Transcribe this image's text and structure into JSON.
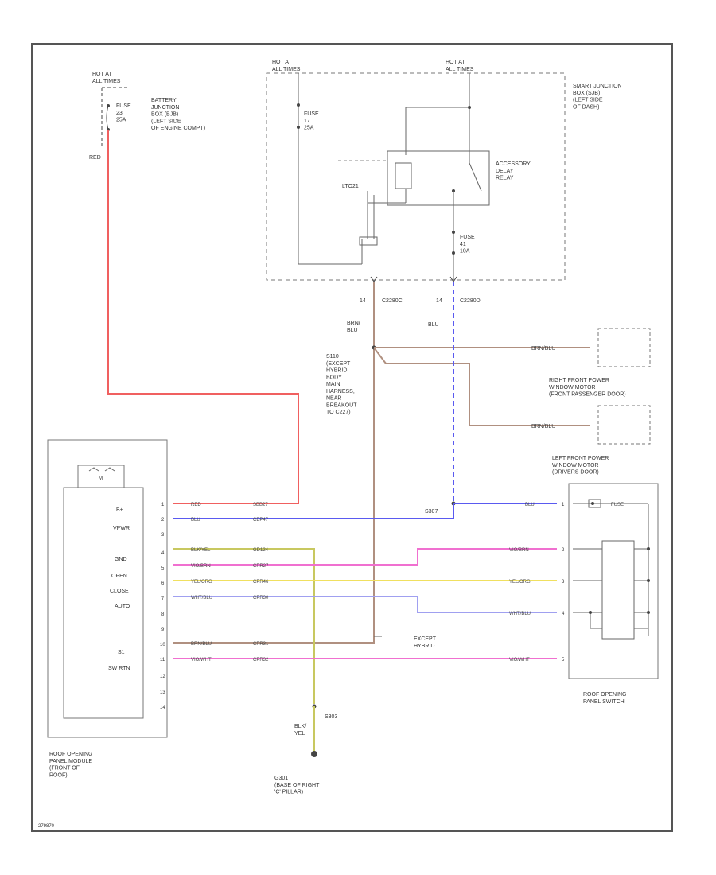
{
  "colors": {
    "frame": "#555555",
    "red": "#f06060",
    "blue": "#5a5af0",
    "pink": "#f070d0",
    "yellow": "#f0e060",
    "lavender": "#a0a0f0",
    "brown": "#b09080",
    "olive": "#c8c860",
    "dark": "#444444"
  },
  "texts": {
    "hot_left": "HOT AT\nALL TIMES",
    "hot_mid1": "HOT AT\nALL TIMES",
    "hot_mid2": "HOT AT\nALL TIMES",
    "bjb": "BATTERY\nJUNCTION\nBOX (BJB)\n(LEFT SIDE\nOF ENGINE COMPT)",
    "fuse_left": "FUSE\n23\n25A",
    "wire_red_top": "RED",
    "sjb": "SMART JUNCTION\nBOX (SJB)\n(LEFT SIDE\nOF DASH)",
    "fuse_mid": "FUSE\n17\n25A",
    "relay": "ACCESSORY\nDELAY\nRELAY",
    "lto": "LTO21",
    "fuse_right": "FUSE\n41\n10A",
    "c1_pin": "14",
    "c1": "C2280C",
    "c2_pin": "14",
    "c2": "C2280D",
    "wire_brn_blu": "BRN/\nBLU",
    "wire_blu": "BLU",
    "s110": "S110\n(EXCEPT\nHYBRID\nBODY\nMAIN\nHARNESS,\nNEAR\nBREAKOUT\nTO C227)",
    "rf_window": "RIGHT FRONT POWER\nWINDOW MOTOR\n(FRONT PASSENGER DOOR)",
    "lf_window": "LEFT FRONT POWER\nWINDOW MOTOR\n(DRIVERS DOOR)",
    "brnblu_a": "BRN/BLU",
    "brnblu_b": "BRN/BLU",
    "module_symbol": "M",
    "module_labels": [
      "B+",
      "VPWR",
      "GND",
      "OPEN",
      "CLOSE",
      "AUTO",
      "S1",
      "SW RTN"
    ],
    "module_pins": [
      "1",
      "2",
      "3",
      "4",
      "5",
      "6",
      "7",
      "8",
      "9",
      "10",
      "11",
      "12",
      "13",
      "14"
    ],
    "wires_left": [
      {
        "color": "RED",
        "code": "SBB27"
      },
      {
        "color": "BLU",
        "code": "CBP47"
      },
      {
        "color": "BLK/YEL",
        "code": "GD124"
      },
      {
        "color": "VIO/BRN",
        "code": "CPR27"
      },
      {
        "color": "YEL/ORG",
        "code": "CPR46"
      },
      {
        "color": "WHT/BLU",
        "code": "CPR30"
      },
      {
        "color": "BRN/BLU",
        "code": "CPR31"
      },
      {
        "color": "VIO/WHT",
        "code": "CPR32"
      }
    ],
    "s307": "S307",
    "wires_right": [
      "BLU",
      "VIO/BRN",
      "YEL/ORG",
      "WHT/BLU",
      "VIO/WHT"
    ],
    "switch_pins": [
      "1",
      "2",
      "3",
      "4",
      "5"
    ],
    "switch_fuse": "FUSE",
    "except_hybrid": "EXCEPT\nHYBRID",
    "module_title": "ROOF OPENING\nPANEL MODULE\n(FRONT OF\nROOF)",
    "g303_splice": "S303",
    "wire_blkyel": "BLK/\nYEL",
    "g301": "G301\n(BASE OF RIGHT\n'C' PILLAR)",
    "switch_title": "ROOF OPENING\nPANEL SWITCH",
    "footer": "279870"
  }
}
